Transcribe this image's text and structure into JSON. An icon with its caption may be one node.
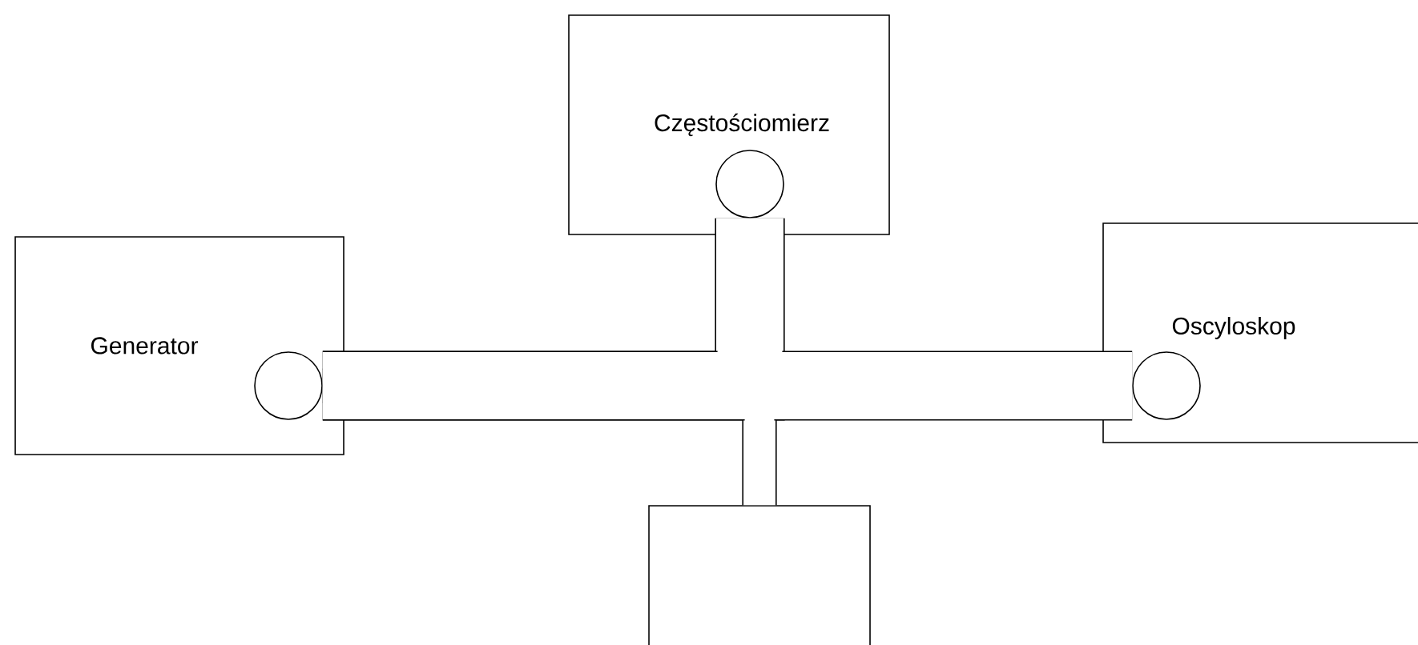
{
  "diagram": {
    "nodes": [
      {
        "text": [
          "Częstościomierz"
        ]
      },
      {
        "text": [],
        "shape": "circle",
        "in": 0
      },
      {
        "text": [
          "Generator"
        ]
      },
      {
        "text": [],
        "shape": "circle",
        "in": 2
      },
      {
        "text": [
          "Oscyloskop"
        ]
      },
      {
        "text": [],
        "shape": "circle",
        "in": 4
      },
      {
        "text": [],
        "shape": "box"
      }
    ],
    "edges": [
      {
        "from": 3,
        "to": 1,
        "arrow": "none"
      },
      {
        "from": 3,
        "to": 6,
        "arrow": "none"
      },
      {
        "from": 3,
        "to": 5,
        "arrow": "none"
      }
    ]
  }
}
